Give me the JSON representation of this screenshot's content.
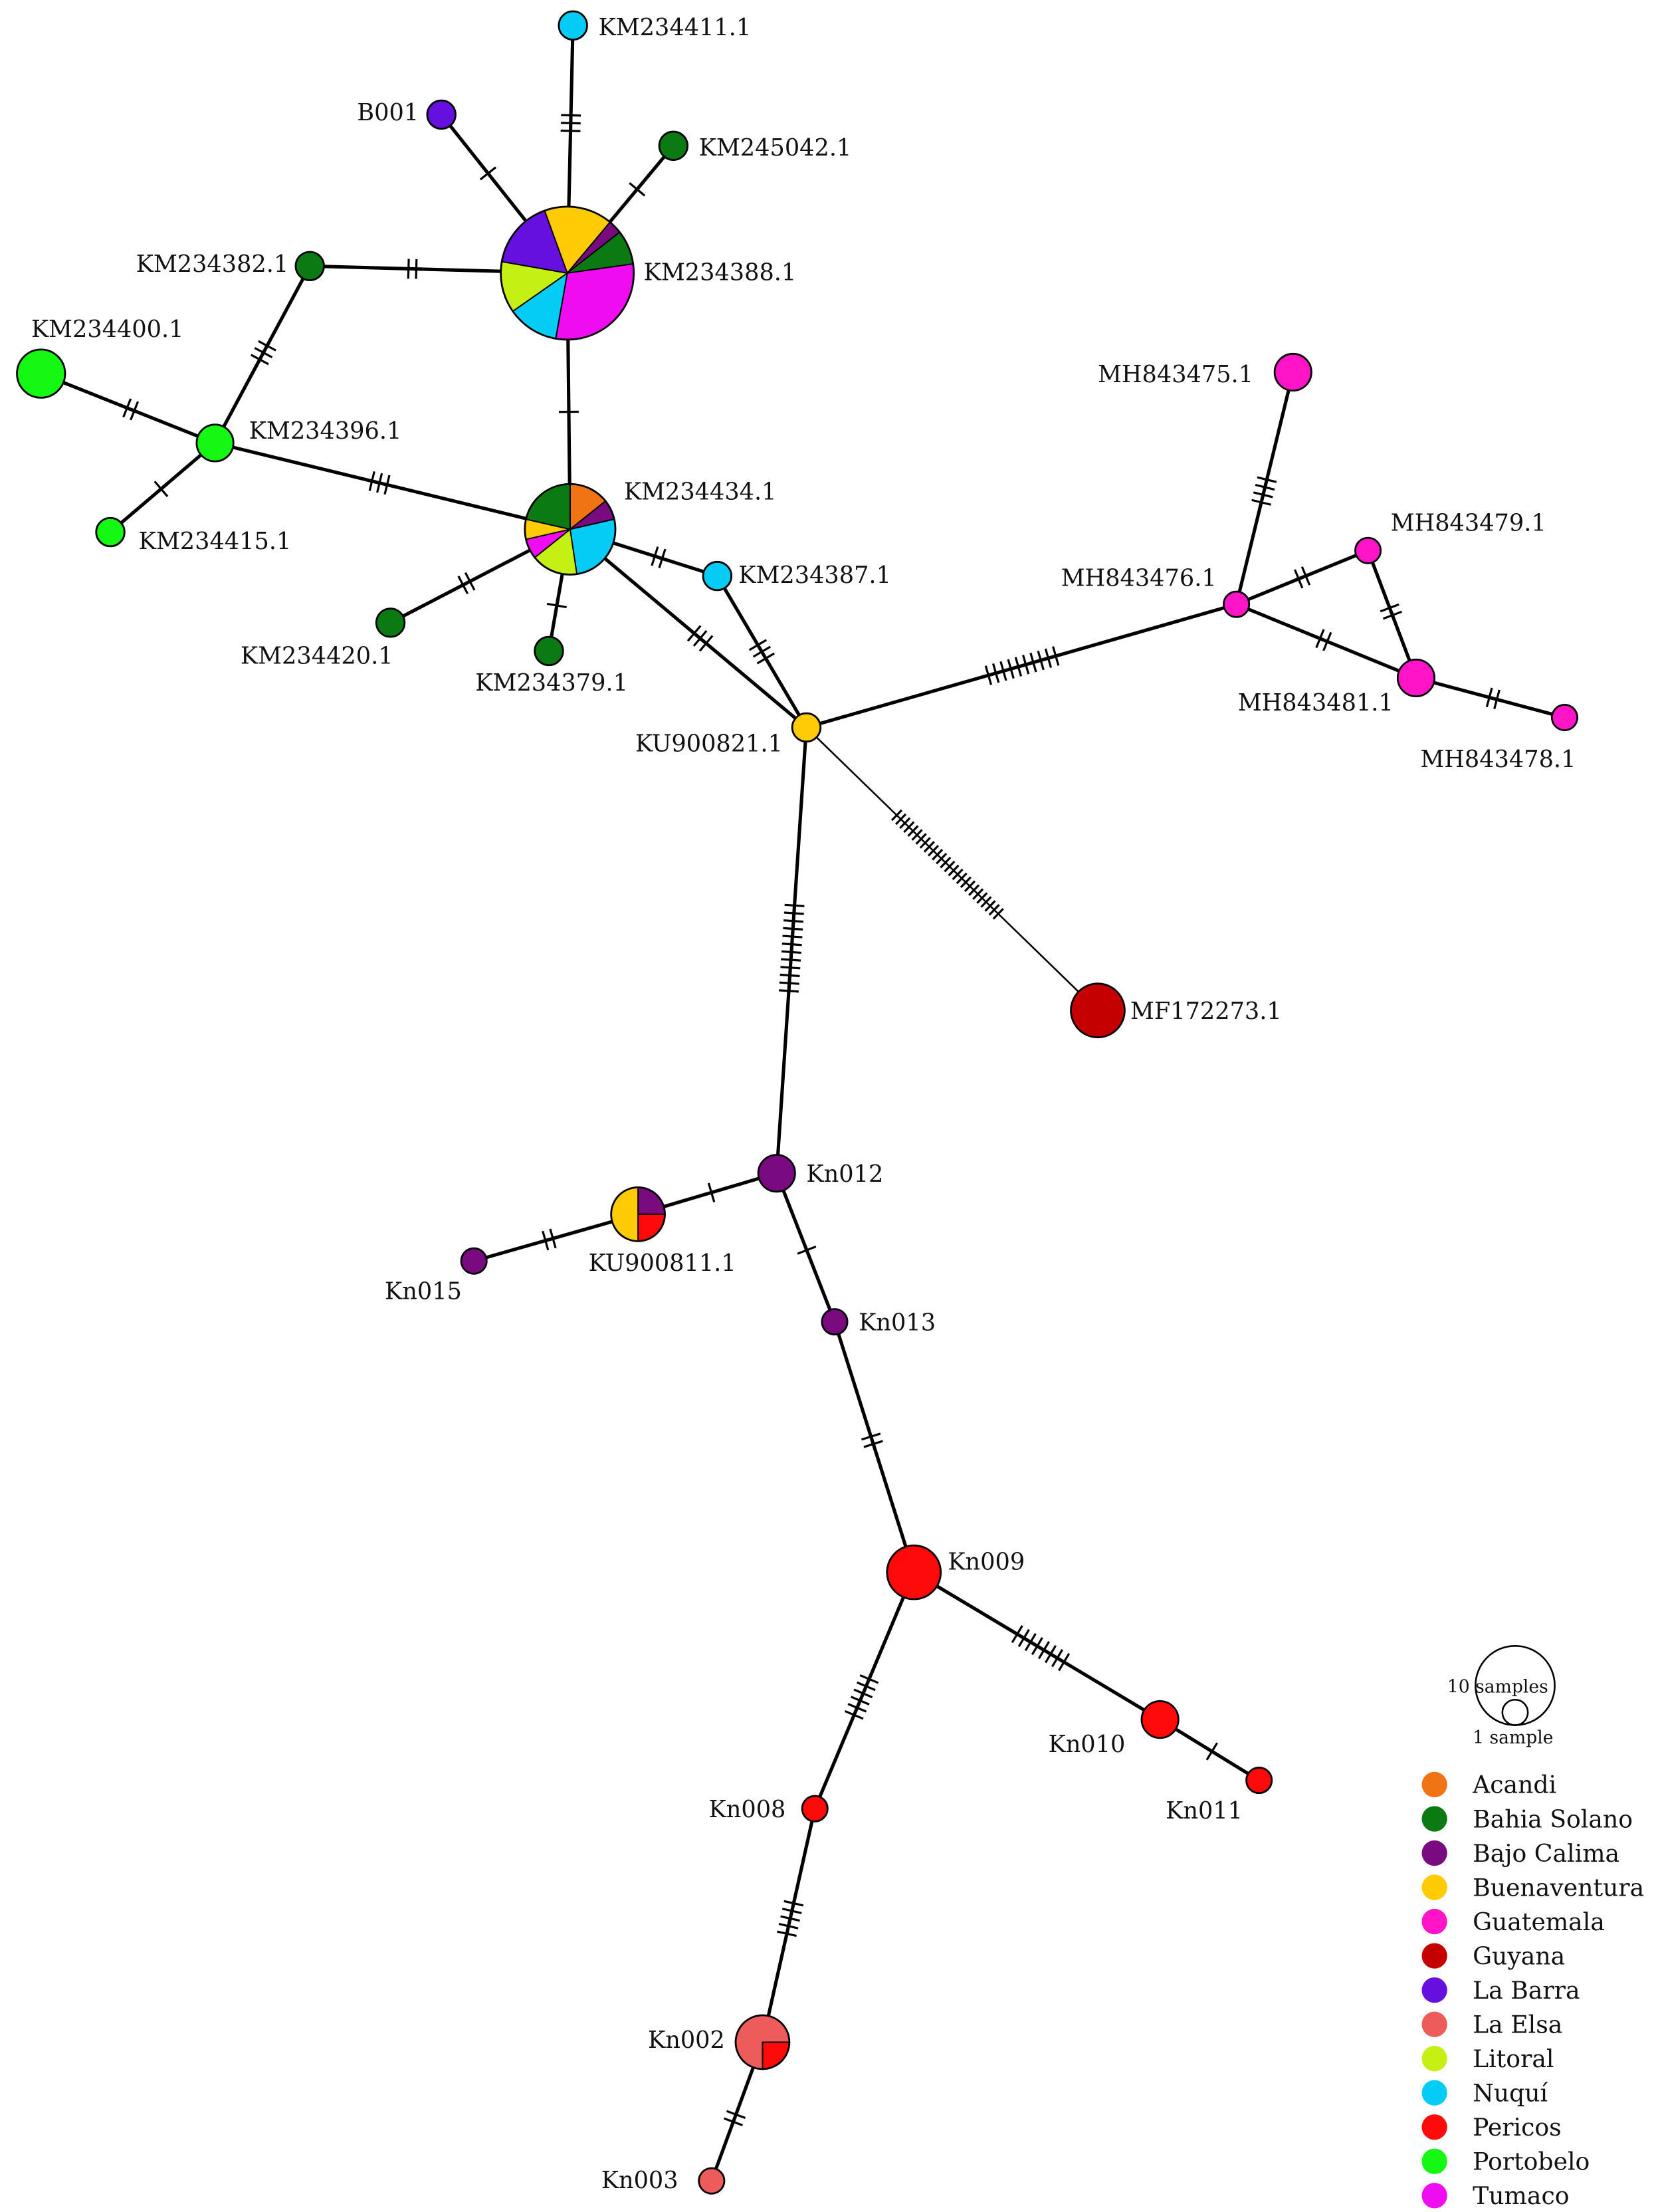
{
  "populations": [
    {
      "id": "acandi",
      "label": "Acandi",
      "color": "#F07314"
    },
    {
      "id": "bahia",
      "label": "Bahia Solano",
      "color": "#0B7A12"
    },
    {
      "id": "bajo",
      "label": "Bajo Calima",
      "color": "#7A0A80"
    },
    {
      "id": "buen",
      "label": "Buenaventura",
      "color": "#FFCB05"
    },
    {
      "id": "guate",
      "label": "Guatemala",
      "color": "#FF14C8"
    },
    {
      "id": "guyana",
      "label": "Guyana",
      "color": "#C40000"
    },
    {
      "id": "labarra",
      "label": "La Barra",
      "color": "#6610E0"
    },
    {
      "id": "laelsa",
      "label": "La Elsa",
      "color": "#EE5B5B"
    },
    {
      "id": "litoral",
      "label": "Litoral",
      "color": "#C4F014"
    },
    {
      "id": "nuqui",
      "label": "Nuquí",
      "color": "#05CCF5"
    },
    {
      "id": "pericos",
      "label": "Pericos",
      "color": "#FF0A0A"
    },
    {
      "id": "portobelo",
      "label": "Portobelo",
      "color": "#14F814"
    },
    {
      "id": "tumaco",
      "label": "Tumaco",
      "color": "#F00CF0"
    }
  ],
  "size_legend": {
    "large": "10 samples",
    "small": "1 sample"
  },
  "nodes": [
    {
      "id": "KM234411.1",
      "label": "KM234411.1",
      "r": 10,
      "pie": [
        [
          "nuqui",
          1
        ]
      ]
    },
    {
      "id": "B001",
      "label": "B001",
      "r": 10,
      "pie": [
        [
          "labarra",
          1
        ]
      ]
    },
    {
      "id": "KM245042.1",
      "label": "KM245042.1",
      "r": 10,
      "pie": [
        [
          "bahia",
          1
        ]
      ]
    },
    {
      "id": "KM234382.1",
      "label": "KM234382.1",
      "r": 10,
      "pie": [
        [
          "bahia",
          1
        ]
      ]
    },
    {
      "id": "KM234388.1",
      "label": "KM234388.1",
      "r": 47,
      "pie": [
        [
          "buen",
          2
        ],
        [
          "bajo",
          0.4
        ],
        [
          "bahia",
          1
        ],
        [
          "tumaco",
          3.6
        ],
        [
          "nuqui",
          1.5
        ],
        [
          "litoral",
          1.5
        ],
        [
          "labarra",
          2
        ]
      ]
    },
    {
      "id": "KM234400.1",
      "label": "KM234400.1",
      "r": 17,
      "pie": [
        [
          "portobelo",
          1
        ]
      ]
    },
    {
      "id": "KM234396.1",
      "label": "KM234396.1",
      "r": 13,
      "pie": [
        [
          "portobelo",
          1
        ]
      ]
    },
    {
      "id": "KM234415.1",
      "label": "KM234415.1",
      "r": 10,
      "pie": [
        [
          "portobelo",
          1
        ]
      ]
    },
    {
      "id": "KM234434.1",
      "label": "KM234434.1",
      "r": 32,
      "pie": [
        [
          "acandi",
          1.2
        ],
        [
          "bajo",
          0.6
        ],
        [
          "nuqui",
          2.2
        ],
        [
          "litoral",
          1.4
        ],
        [
          "tumaco",
          0.6
        ],
        [
          "buen",
          0.6
        ],
        [
          "bahia",
          1.8
        ]
      ]
    },
    {
      "id": "KM234387.1",
      "label": "KM234387.1",
      "r": 10,
      "pie": [
        [
          "nuqui",
          1
        ]
      ]
    },
    {
      "id": "KM234420.1",
      "label": "KM234420.1",
      "r": 10,
      "pie": [
        [
          "bahia",
          1
        ]
      ]
    },
    {
      "id": "KM234379.1",
      "label": "KM234379.1",
      "r": 10,
      "pie": [
        [
          "bahia",
          1
        ]
      ]
    },
    {
      "id": "KU900821.1",
      "label": "KU900821.1",
      "r": 10,
      "pie": [
        [
          "buen",
          1
        ]
      ]
    },
    {
      "id": "MF172273.1",
      "label": "MF172273.1",
      "r": 19,
      "pie": [
        [
          "guyana",
          1
        ]
      ]
    },
    {
      "id": "MH843475.1",
      "label": "MH843475.1",
      "r": 13,
      "pie": [
        [
          "guate",
          1
        ]
      ]
    },
    {
      "id": "MH843479.1",
      "label": "MH843479.1",
      "r": 9,
      "pie": [
        [
          "guate",
          1
        ]
      ]
    },
    {
      "id": "MH843476.1",
      "label": "MH843476.1",
      "r": 9,
      "pie": [
        [
          "guate",
          1
        ]
      ]
    },
    {
      "id": "MH843481.1",
      "label": "MH843481.1",
      "r": 13,
      "pie": [
        [
          "guate",
          1
        ]
      ]
    },
    {
      "id": "MH843478.1",
      "label": "MH843478.1",
      "r": 9,
      "pie": [
        [
          "guate",
          1
        ]
      ]
    },
    {
      "id": "Kn012",
      "label": "Kn012",
      "r": 13,
      "pie": [
        [
          "bajo",
          1
        ]
      ]
    },
    {
      "id": "KU900811.1",
      "label": "KU900811.1",
      "r": 19,
      "pie": [
        [
          "bajo",
          1
        ],
        [
          "pericos",
          1
        ],
        [
          "buen",
          2
        ]
      ]
    },
    {
      "id": "Kn015",
      "label": "Kn015",
      "r": 9,
      "pie": [
        [
          "bajo",
          1
        ]
      ]
    },
    {
      "id": "Kn013",
      "label": "Kn013",
      "r": 9,
      "pie": [
        [
          "bajo",
          1
        ]
      ]
    },
    {
      "id": "Kn009",
      "label": "Kn009",
      "r": 19,
      "pie": [
        [
          "pericos",
          1
        ]
      ]
    },
    {
      "id": "Kn010",
      "label": "Kn010",
      "r": 13,
      "pie": [
        [
          "pericos",
          1
        ]
      ]
    },
    {
      "id": "Kn011",
      "label": "Kn011",
      "r": 9,
      "pie": [
        [
          "pericos",
          1
        ]
      ]
    },
    {
      "id": "Kn008",
      "label": "Kn008",
      "r": 9,
      "pie": [
        [
          "pericos",
          1
        ]
      ]
    },
    {
      "id": "Kn002",
      "label": "Kn002",
      "r": 19,
      "pie": [
        [
          "pericos",
          1
        ],
        [
          "laelsa",
          3
        ]
      ]
    },
    {
      "id": "Kn003",
      "label": "Kn003",
      "r": 9,
      "pie": [
        [
          "laelsa",
          1
        ]
      ]
    }
  ],
  "edges": [
    [
      "KM234411.1",
      "KM234388.1",
      3
    ],
    [
      "B001",
      "KM234388.1",
      1
    ],
    [
      "KM245042.1",
      "KM234388.1",
      1
    ],
    [
      "KM234382.1",
      "KM234388.1",
      2
    ],
    [
      "KM234382.1",
      "KM234396.1",
      3
    ],
    [
      "KM234400.1",
      "KM234396.1",
      2
    ],
    [
      "KM234396.1",
      "KM234415.1",
      1
    ],
    [
      "KM234396.1",
      "KM234434.1",
      3
    ],
    [
      "KM234388.1",
      "KM234434.1",
      1
    ],
    [
      "KM234434.1",
      "KM234387.1",
      2
    ],
    [
      "KM234434.1",
      "KM234420.1",
      2
    ],
    [
      "KM234434.1",
      "KM234379.1",
      1
    ],
    [
      "KM234434.1",
      "KU900821.1",
      3
    ],
    [
      "KM234387.1",
      "KU900821.1",
      3
    ],
    [
      "KU900821.1",
      "MH843476.1",
      10
    ],
    [
      "KU900821.1",
      "MF172273.1",
      26
    ],
    [
      "MH843475.1",
      "MH843476.1",
      4
    ],
    [
      "MH843476.1",
      "MH843479.1",
      2
    ],
    [
      "MH843476.1",
      "MH843481.1",
      2
    ],
    [
      "MH843479.1",
      "MH843481.1",
      2
    ],
    [
      "MH843481.1",
      "MH843478.1",
      2
    ],
    [
      "KU900821.1",
      "Kn012",
      12
    ],
    [
      "Kn012",
      "KU900811.1",
      1
    ],
    [
      "KU900811.1",
      "Kn015",
      2
    ],
    [
      "Kn012",
      "Kn013",
      1
    ],
    [
      "Kn013",
      "Kn009",
      2
    ],
    [
      "Kn009",
      "Kn010",
      8
    ],
    [
      "Kn010",
      "Kn011",
      1
    ],
    [
      "Kn009",
      "Kn008",
      6
    ],
    [
      "Kn008",
      "Kn002",
      5
    ],
    [
      "Kn002",
      "Kn003",
      2
    ]
  ]
}
